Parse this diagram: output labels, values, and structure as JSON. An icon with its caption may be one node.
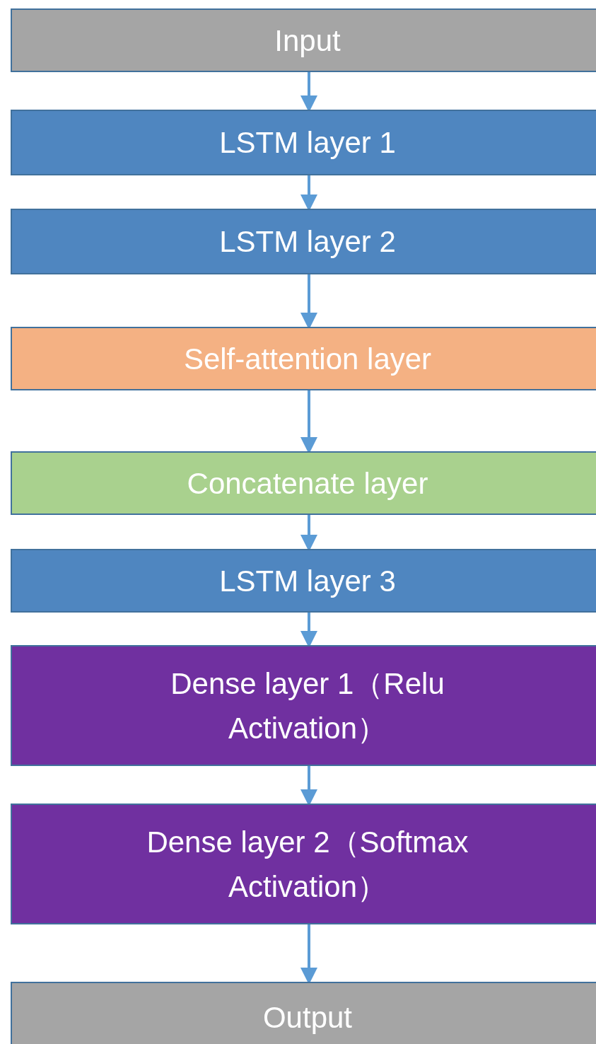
{
  "diagram": {
    "nodes": [
      {
        "text": [
          "Input"
        ]
      },
      {
        "text": [
          "LSTM layer 1"
        ]
      },
      {
        "text": [
          "LSTM layer 2"
        ]
      },
      {
        "text": [
          "Self-attention layer"
        ]
      },
      {
        "text": [
          "Concatenate layer"
        ]
      },
      {
        "text": [
          "LSTM layer 3"
        ]
      },
      {
        "text": [
          "Dense layer 1（Relu Activation）"
        ]
      },
      {
        "text": [
          "Dense layer 2（Softmax Activation）"
        ]
      },
      {
        "text": [
          "Output"
        ]
      }
    ],
    "edges": [
      {
        "from": 0,
        "to": 1,
        "arrow": "to"
      },
      {
        "from": 1,
        "to": 2,
        "arrow": "to"
      },
      {
        "from": 2,
        "to": 3,
        "arrow": "to"
      },
      {
        "from": 3,
        "to": 4,
        "arrow": "to"
      },
      {
        "from": 4,
        "to": 5,
        "arrow": "to"
      },
      {
        "from": 5,
        "to": 6,
        "arrow": "to"
      },
      {
        "from": 6,
        "to": 7,
        "arrow": "to"
      },
      {
        "from": 7,
        "to": 8,
        "arrow": "to"
      }
    ]
  }
}
